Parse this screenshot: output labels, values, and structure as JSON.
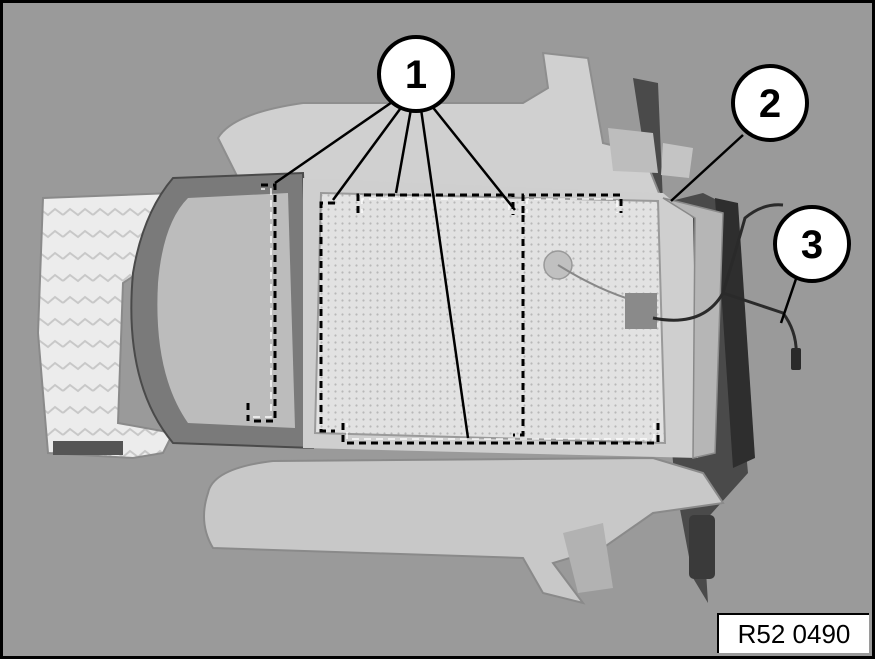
{
  "diagram": {
    "reference_code": "R52 0490",
    "callouts": [
      {
        "id": "callout-1",
        "label": "1"
      },
      {
        "id": "callout-2",
        "label": "2"
      },
      {
        "id": "callout-3",
        "label": "3"
      }
    ]
  },
  "colors": {
    "background": "#9a9a9a",
    "foam_light": "#dcdcdc",
    "foam_mid": "#c4c4c4",
    "foam_dark": "#7a7a7a",
    "heater_mat": "#e4e4e4",
    "frame_dark": "#3c3c3c",
    "line": "#000000"
  }
}
